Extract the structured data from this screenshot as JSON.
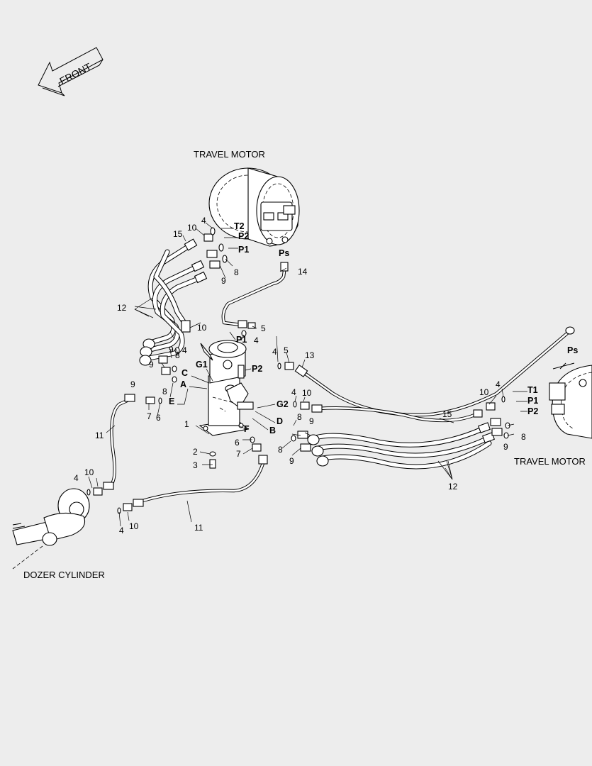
{
  "front_arrow": {
    "label": "FRONT"
  },
  "captions": {
    "travel_motor_top": "TRAVEL MOTOR",
    "travel_motor_right": "TRAVEL MOTOR",
    "dozer_cylinder": "DOZER CYLINDER"
  },
  "ports": {
    "t2": "T2",
    "p2_top": "P2",
    "p1_top": "P1",
    "ps_top": "Ps",
    "p1_joint": "P1",
    "p2_joint": "P2",
    "g1": "G1",
    "g2": "G2",
    "a": "A",
    "c": "C",
    "e": "E",
    "f": "F",
    "b": "B",
    "d": "D",
    "ps_right": "Ps",
    "t1_right": "T1",
    "p1_right": "P1",
    "p2_right": "P2"
  },
  "part_numbers": {
    "n1": "1",
    "n2": "2",
    "n3": "3",
    "n4a": "4",
    "n4b": "4",
    "n4c": "4",
    "n4d": "4",
    "n4e": "4",
    "n4f": "4",
    "n4g": "4",
    "n4h": "4",
    "n5a": "5",
    "n5b": "5",
    "n6a": "6",
    "n6b": "6",
    "n7a": "7",
    "n7b": "7",
    "n8a": "8",
    "n8b": "8",
    "n8c": "8",
    "n8d": "8",
    "n8e": "8",
    "n8f": "8",
    "n9a": "9",
    "n9b": "9",
    "n9c": "9",
    "n9d": "9",
    "n9e": "9",
    "n9f": "9",
    "n10a": "10",
    "n10b": "10",
    "n10c": "10",
    "n10d": "10",
    "n10e": "10",
    "n10f": "10",
    "n11a": "11",
    "n11b": "11",
    "n12a": "12",
    "n12b": "12",
    "n13": "13",
    "n14": "14",
    "n15a": "15",
    "n15b": "15"
  },
  "colors": {
    "background": "#ededed",
    "line": "#000000",
    "part_fill": "#ffffff"
  }
}
